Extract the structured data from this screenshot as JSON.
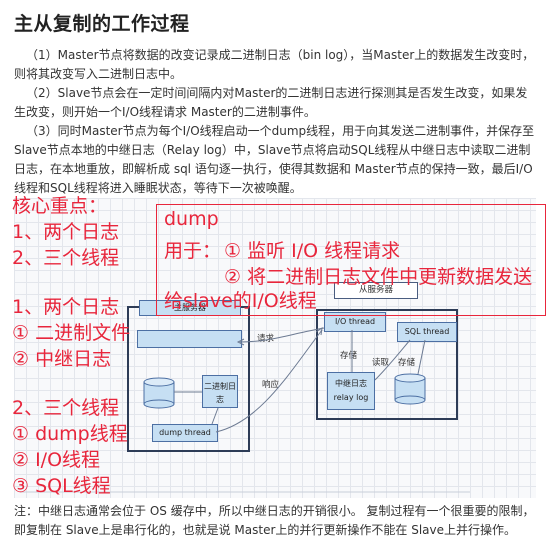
{
  "title": "主从复制的工作过程",
  "paragraphs": [
    "（1）Master节点将数据的改变记录成二进制日志（bin log），当Master上的数据发生改变时，则将其改变写入二进制日志中。",
    "（2）Slave节点会在一定时间间隔内对Master的二进制日志进行探测其是否发生改变，如果发生改变，则开始一个I/O线程请求 Master的二进制事件。",
    "（3）同时Master节点为每个I/O线程启动一个dump线程，用于向其发送二进制事件，并保存至Slave节点本地的中继日志（Relay log）中，Slave节点将启动SQL线程从中继日志中读取二进制日志，在本地重放，即解析成 sql 语句逐一执行，使得其数据和 Master节点的保持一致，最后I/O线程和SQL线程将进入睡眠状态，等待下一次被唤醒。"
  ],
  "diagram": {
    "master_header": "主服务器",
    "slave_header": "从服务器",
    "binlog_label": "二进制日志",
    "dump_thread": "dump thread",
    "io_thread": "I/O thread",
    "sql_thread": "SQL thread",
    "relay_log": "中继日志 relay log",
    "request_label": "请求",
    "response_label": "响应",
    "save_label_1": "存储",
    "read_label": "读取",
    "save_label_2": "存储"
  },
  "annotations": {
    "core_title": "核心重点：",
    "core_1": "1、两个日志",
    "core_2": "2、三个线程",
    "logs_title": "1、两个日志",
    "log_1": "① 二进制文件",
    "log_2": "② 中继日志",
    "threads_title": "2、三个线程",
    "thread_1": "① dump线程",
    "thread_2": "② I/O线程",
    "thread_3": "③ SQL线程",
    "dump_word": "dump",
    "dump_use": "用于：",
    "dump_use_1": "① 监听 I/O 线程请求",
    "dump_use_2": "② 将二进制日志文件中更新数据发送",
    "dump_use_3": "给slave的I/O线程"
  },
  "note": "注：中继日志通常会位于 OS 缓存中，所以中继日志的开销很小。 复制过程有一个很重要的限制，即复制在 Slave上是串行化的，也就是说 Master上的并行更新操作不能在 Slave上并行操作。"
}
